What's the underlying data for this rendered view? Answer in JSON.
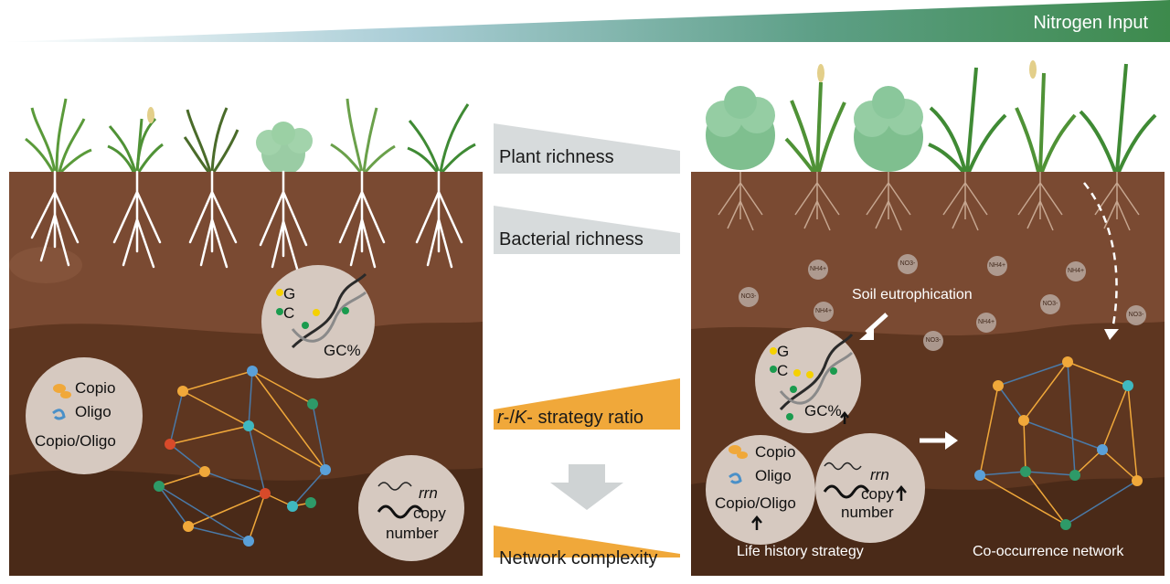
{
  "header": {
    "nitrogen_label": "Nitrogen Input"
  },
  "middle": {
    "plant_richness": "Plant richness",
    "bacterial_richness": "Bacterial richness",
    "strategy_ratio_r": "r",
    "strategy_ratio_sep": "-/",
    "strategy_ratio_k": "K",
    "strategy_ratio_rest": "- strategy ratio",
    "network_complexity": "Network complexity"
  },
  "left": {
    "gc_g": "G",
    "gc_c": "C",
    "gc_label": "GC%",
    "copio": "Copio",
    "oligo": "Oligo",
    "ratio": "Copio/Oligo",
    "rrn_1": "rrn",
    "rrn_2": "copy",
    "rrn_3": "number"
  },
  "right": {
    "eutrophication": "Soil eutrophication",
    "gc_g": "G",
    "gc_c": "C",
    "gc_label": "GC%",
    "copio": "Copio",
    "oligo": "Oligo",
    "ratio": "Copio/Oligo",
    "rrn_1": "rrn",
    "rrn_2": "copy",
    "rrn_3": "number",
    "caption_life": "Life history strategy",
    "caption_network": "Co-occurrence network",
    "ions": [
      "NH4+",
      "NO3-",
      "NH4+",
      "NH4+",
      "NO3-",
      "NH4+",
      "NO3-",
      "NH4+",
      "NO3-",
      "NO3-"
    ]
  },
  "colors": {
    "soil_top": "#7a4a32",
    "soil_mid": "#5e3620",
    "soil_bottom": "#4a2a18",
    "gradient_green": "#3d8a4c",
    "orange": "#f0a83a",
    "grey": "#d7dbdc"
  }
}
